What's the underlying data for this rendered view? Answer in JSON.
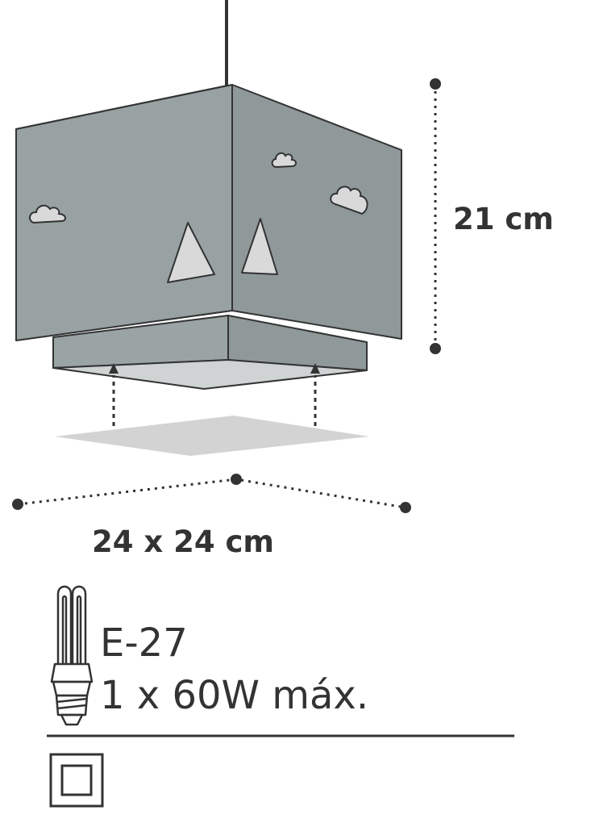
{
  "dimensions": {
    "height": "21 cm",
    "base": "24 x 24 cm"
  },
  "bulb": {
    "socket": "E-27",
    "power": "1 x 60W máx."
  },
  "icons": {
    "bulb": "energy-saving-bulb-icon",
    "insulation": "double-insulation-class-ii-icon"
  },
  "colors": {
    "lampshade": "#98a2a3",
    "lampshade_dark": "#8c9697",
    "outline": "#333333",
    "cutout": "#d9d9d9",
    "light": "#d3d3d3"
  }
}
